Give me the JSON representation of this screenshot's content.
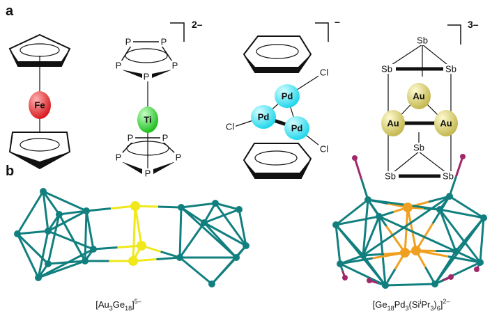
{
  "panel_labels": {
    "a": "a",
    "b": "b"
  },
  "panel_a": {
    "ferrocene": {
      "metal": "Fe",
      "color": "#e8262a"
    },
    "titanium_complex": {
      "metal": "Ti",
      "ring_atom": "P",
      "charge": "2–",
      "color": "#2ecc2e"
    },
    "palladium_complex": {
      "metal": "Pd",
      "ligand": "Cl",
      "charge": "–",
      "color": "#33e0f0"
    },
    "gold_complex": {
      "metal": "Au",
      "cage_atom": "Sb",
      "charge": "3–",
      "color": "#d4cc6a"
    }
  },
  "panel_b": {
    "left": {
      "open": "[Au",
      "sub1": "3",
      "mid": "Ge",
      "sub2": "18",
      "close": "]",
      "sup": "5–"
    },
    "right": {
      "open": "[Ge",
      "sub1": "18",
      "mid": "Pd",
      "sub2": "3",
      "mid2": "(Si",
      "supi": "i",
      "mid3": "Pr",
      "sub3": "3",
      "close": ")",
      "sub4": "6",
      "close2": "]",
      "sup": "2–"
    },
    "colors": {
      "ge": "#127f7f",
      "au": "#f0e81a",
      "pd": "#f0a020",
      "si": "#a0286a"
    }
  }
}
